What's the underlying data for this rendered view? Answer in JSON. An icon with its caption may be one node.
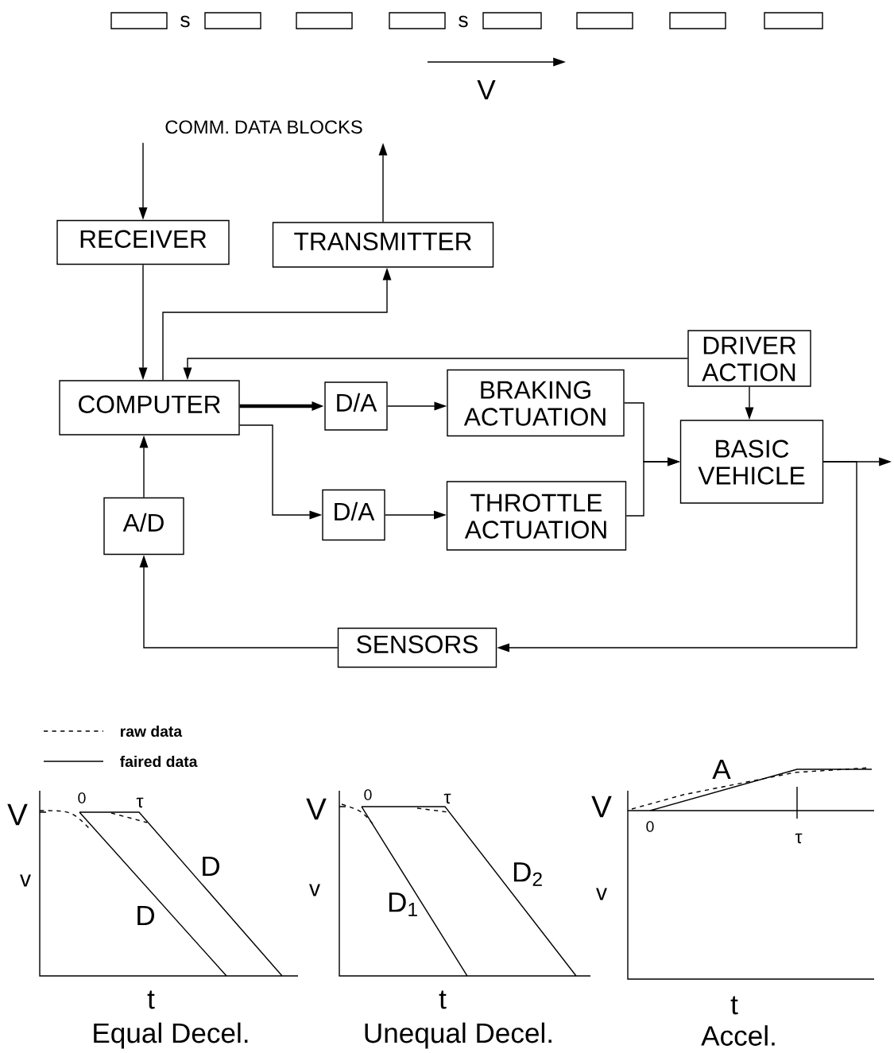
{
  "diagram": {
    "nodes": [
      {
        "text": [
          "COMM. DATA BLOCKS"
        ]
      },
      {
        "text": [
          "RECEIVER"
        ]
      },
      {
        "text": [
          "TRANSMITTER"
        ]
      },
      {
        "text": [
          "COMPUTER"
        ]
      },
      {
        "text": [
          "DRIVER ACTION"
        ]
      },
      {
        "text": [
          "D/A"
        ]
      },
      {
        "text": [
          "BRAKING ACTUATION"
        ]
      },
      {
        "text": [
          "D/A"
        ]
      },
      {
        "text": [
          "THROTTLE ACTUATION"
        ]
      },
      {
        "text": [
          "BASIC VEHICLE"
        ]
      },
      {
        "text": [
          "A/D"
        ]
      },
      {
        "text": [
          "SENSORS"
        ]
      }
    ],
    "edges": [
      {
        "from": 0,
        "to": 1,
        "arrow": "to"
      },
      {
        "from": 2,
        "to": 0,
        "arrow": "to"
      },
      {
        "from": 1,
        "to": 3,
        "arrow": "to"
      },
      {
        "from": 3,
        "to": 2,
        "arrow": "to"
      },
      {
        "from": 4,
        "to": 3,
        "arrow": "to"
      },
      {
        "from": 4,
        "to": 9,
        "arrow": "to"
      },
      {
        "from": 3,
        "to": 5,
        "arrow": "to",
        "style": "thick"
      },
      {
        "from": 3,
        "to": 7,
        "arrow": "to"
      },
      {
        "from": 5,
        "to": 6,
        "arrow": "to"
      },
      {
        "from": 7,
        "to": 8,
        "arrow": "to"
      },
      {
        "from": 6,
        "to": 9,
        "arrow": "to"
      },
      {
        "from": 8,
        "to": 9,
        "arrow": "to"
      },
      {
        "from": 9,
        "to": null,
        "arrow": "to"
      },
      {
        "from": 9,
        "to": 11,
        "arrow": "to"
      },
      {
        "from": 11,
        "to": 10,
        "arrow": "to"
      },
      {
        "from": 10,
        "to": 3,
        "arrow": "to"
      }
    ],
    "labels": [
      "s",
      "s",
      "V",
      "V",
      "0",
      "τ",
      "v",
      "D",
      "D",
      "t",
      "Equal Decel.",
      "V",
      "0",
      "τ",
      "v",
      "D$_{1}$",
      "D$_{2}$",
      "t",
      "Unequal Decel.",
      "A",
      "V",
      "0",
      "τ",
      "v",
      "t",
      "Accel."
    ],
    "legend": [
      {
        "text": "raw data"
      },
      {
        "text": "faired data"
      }
    ]
  }
}
